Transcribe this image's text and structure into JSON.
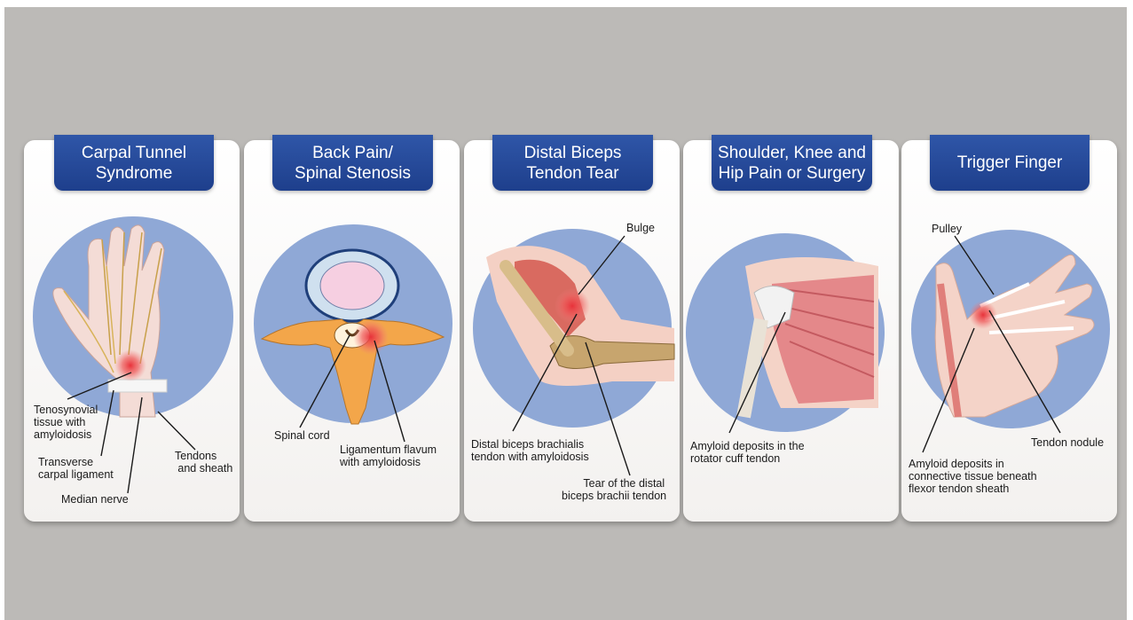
{
  "panels": [
    {
      "title_lines": [
        "Carpal Tunnel",
        "Syndrome"
      ],
      "labels": {
        "tenosynovial": [
          "Tenosynovial",
          "tissue with",
          "amyloidosis"
        ],
        "transverse": [
          "Transverse",
          "carpal ligament"
        ],
        "median": [
          "Median nerve"
        ],
        "tendons": [
          "Tendons",
          "and sheath"
        ]
      }
    },
    {
      "title_lines": [
        "Back Pain/",
        "Spinal Stenosis"
      ],
      "labels": {
        "spinal_cord": [
          "Spinal cord"
        ],
        "ligamentum": [
          "Ligamentum flavum",
          "with amyloidosis"
        ]
      }
    },
    {
      "title_lines": [
        "Distal Biceps",
        "Tendon Tear"
      ],
      "labels": {
        "bulge": [
          "Bulge"
        ],
        "distal_biceps": [
          "Distal biceps brachialis",
          "tendon with amyloidosis"
        ],
        "tear": [
          "Tear of the distal",
          "biceps brachii tendon"
        ]
      }
    },
    {
      "title_lines": [
        "Shoulder, Knee and",
        "Hip Pain or Surgery"
      ],
      "labels": {
        "amyloid_rotator": [
          "Amyloid deposits in the",
          "rotator cuff tendon"
        ]
      }
    },
    {
      "title_lines": [
        "Trigger Finger"
      ],
      "labels": {
        "pulley": [
          "Pulley"
        ],
        "tendon_nodule": [
          "Tendon nodule"
        ],
        "amyloid_connective": [
          "Amyloid deposits in",
          "connective tissue beneath",
          "flexor tendon sheath"
        ]
      }
    }
  ],
  "colors": {
    "background": "#bcbab7",
    "header": "#2a4f9e",
    "circle": "#8fa8d6",
    "highlight": "#e8323a"
  }
}
